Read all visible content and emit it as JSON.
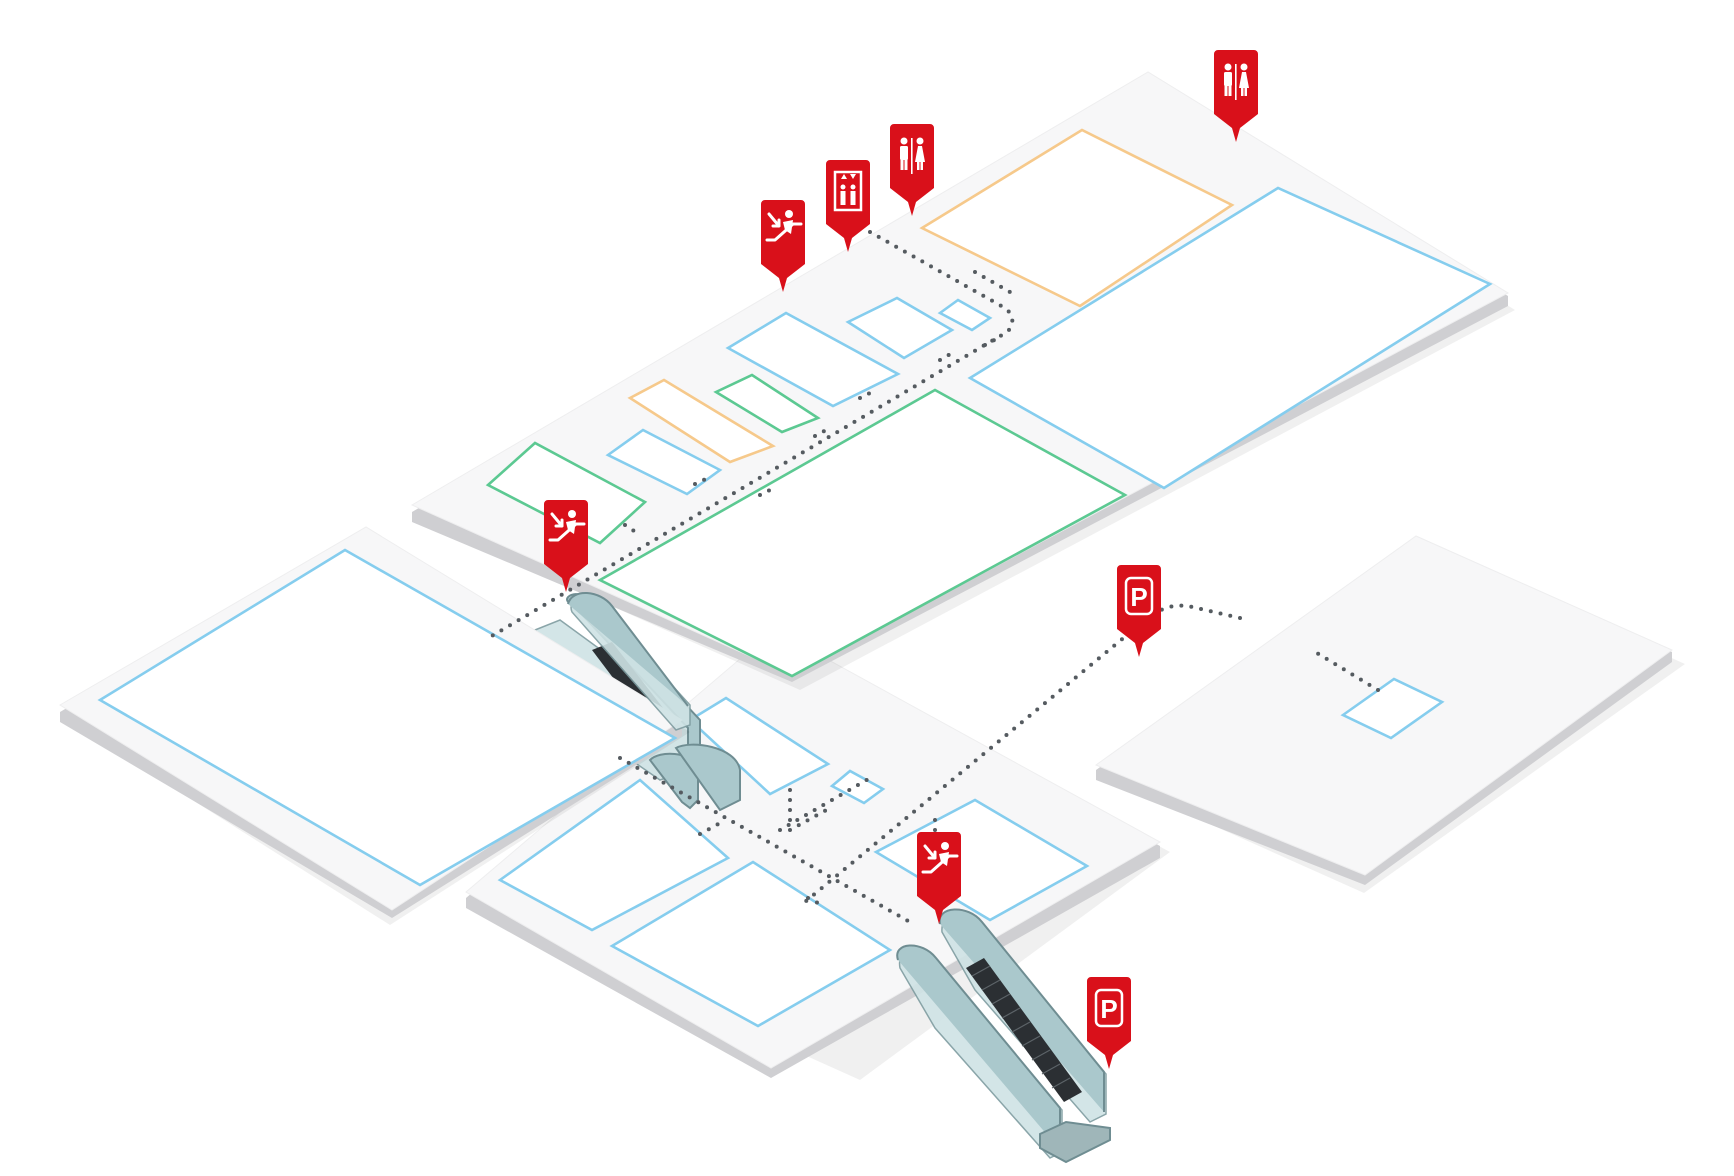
{
  "colors": {
    "zone_blue": "#85cdee",
    "zone_green": "#5cc992",
    "zone_orange": "#f6c98b",
    "pin_red": "#d9101a",
    "path_gray": "#555b60"
  },
  "pins": [
    {
      "name": "restroom-pin-top-right",
      "icon": "restroom-icon"
    },
    {
      "name": "restroom-pin",
      "icon": "restroom-icon"
    },
    {
      "name": "elevator-pin",
      "icon": "elevator-icon"
    },
    {
      "name": "escalator-pin-upper",
      "icon": "escalator-icon"
    },
    {
      "name": "escalator-pin-middle",
      "icon": "escalator-icon"
    },
    {
      "name": "escalator-pin-lower",
      "icon": "escalator-icon"
    },
    {
      "name": "parking-pin-middle",
      "icon": "parking-icon"
    },
    {
      "name": "parking-pin-bottom",
      "icon": "parking-icon"
    }
  ],
  "labels": {
    "parking": "P"
  },
  "floors": [
    "upper-floor",
    "left-floor",
    "lower-floor",
    "parking-floor"
  ],
  "escalators": [
    "escalator-upper-left",
    "escalator-middle",
    "escalator-bottom"
  ]
}
